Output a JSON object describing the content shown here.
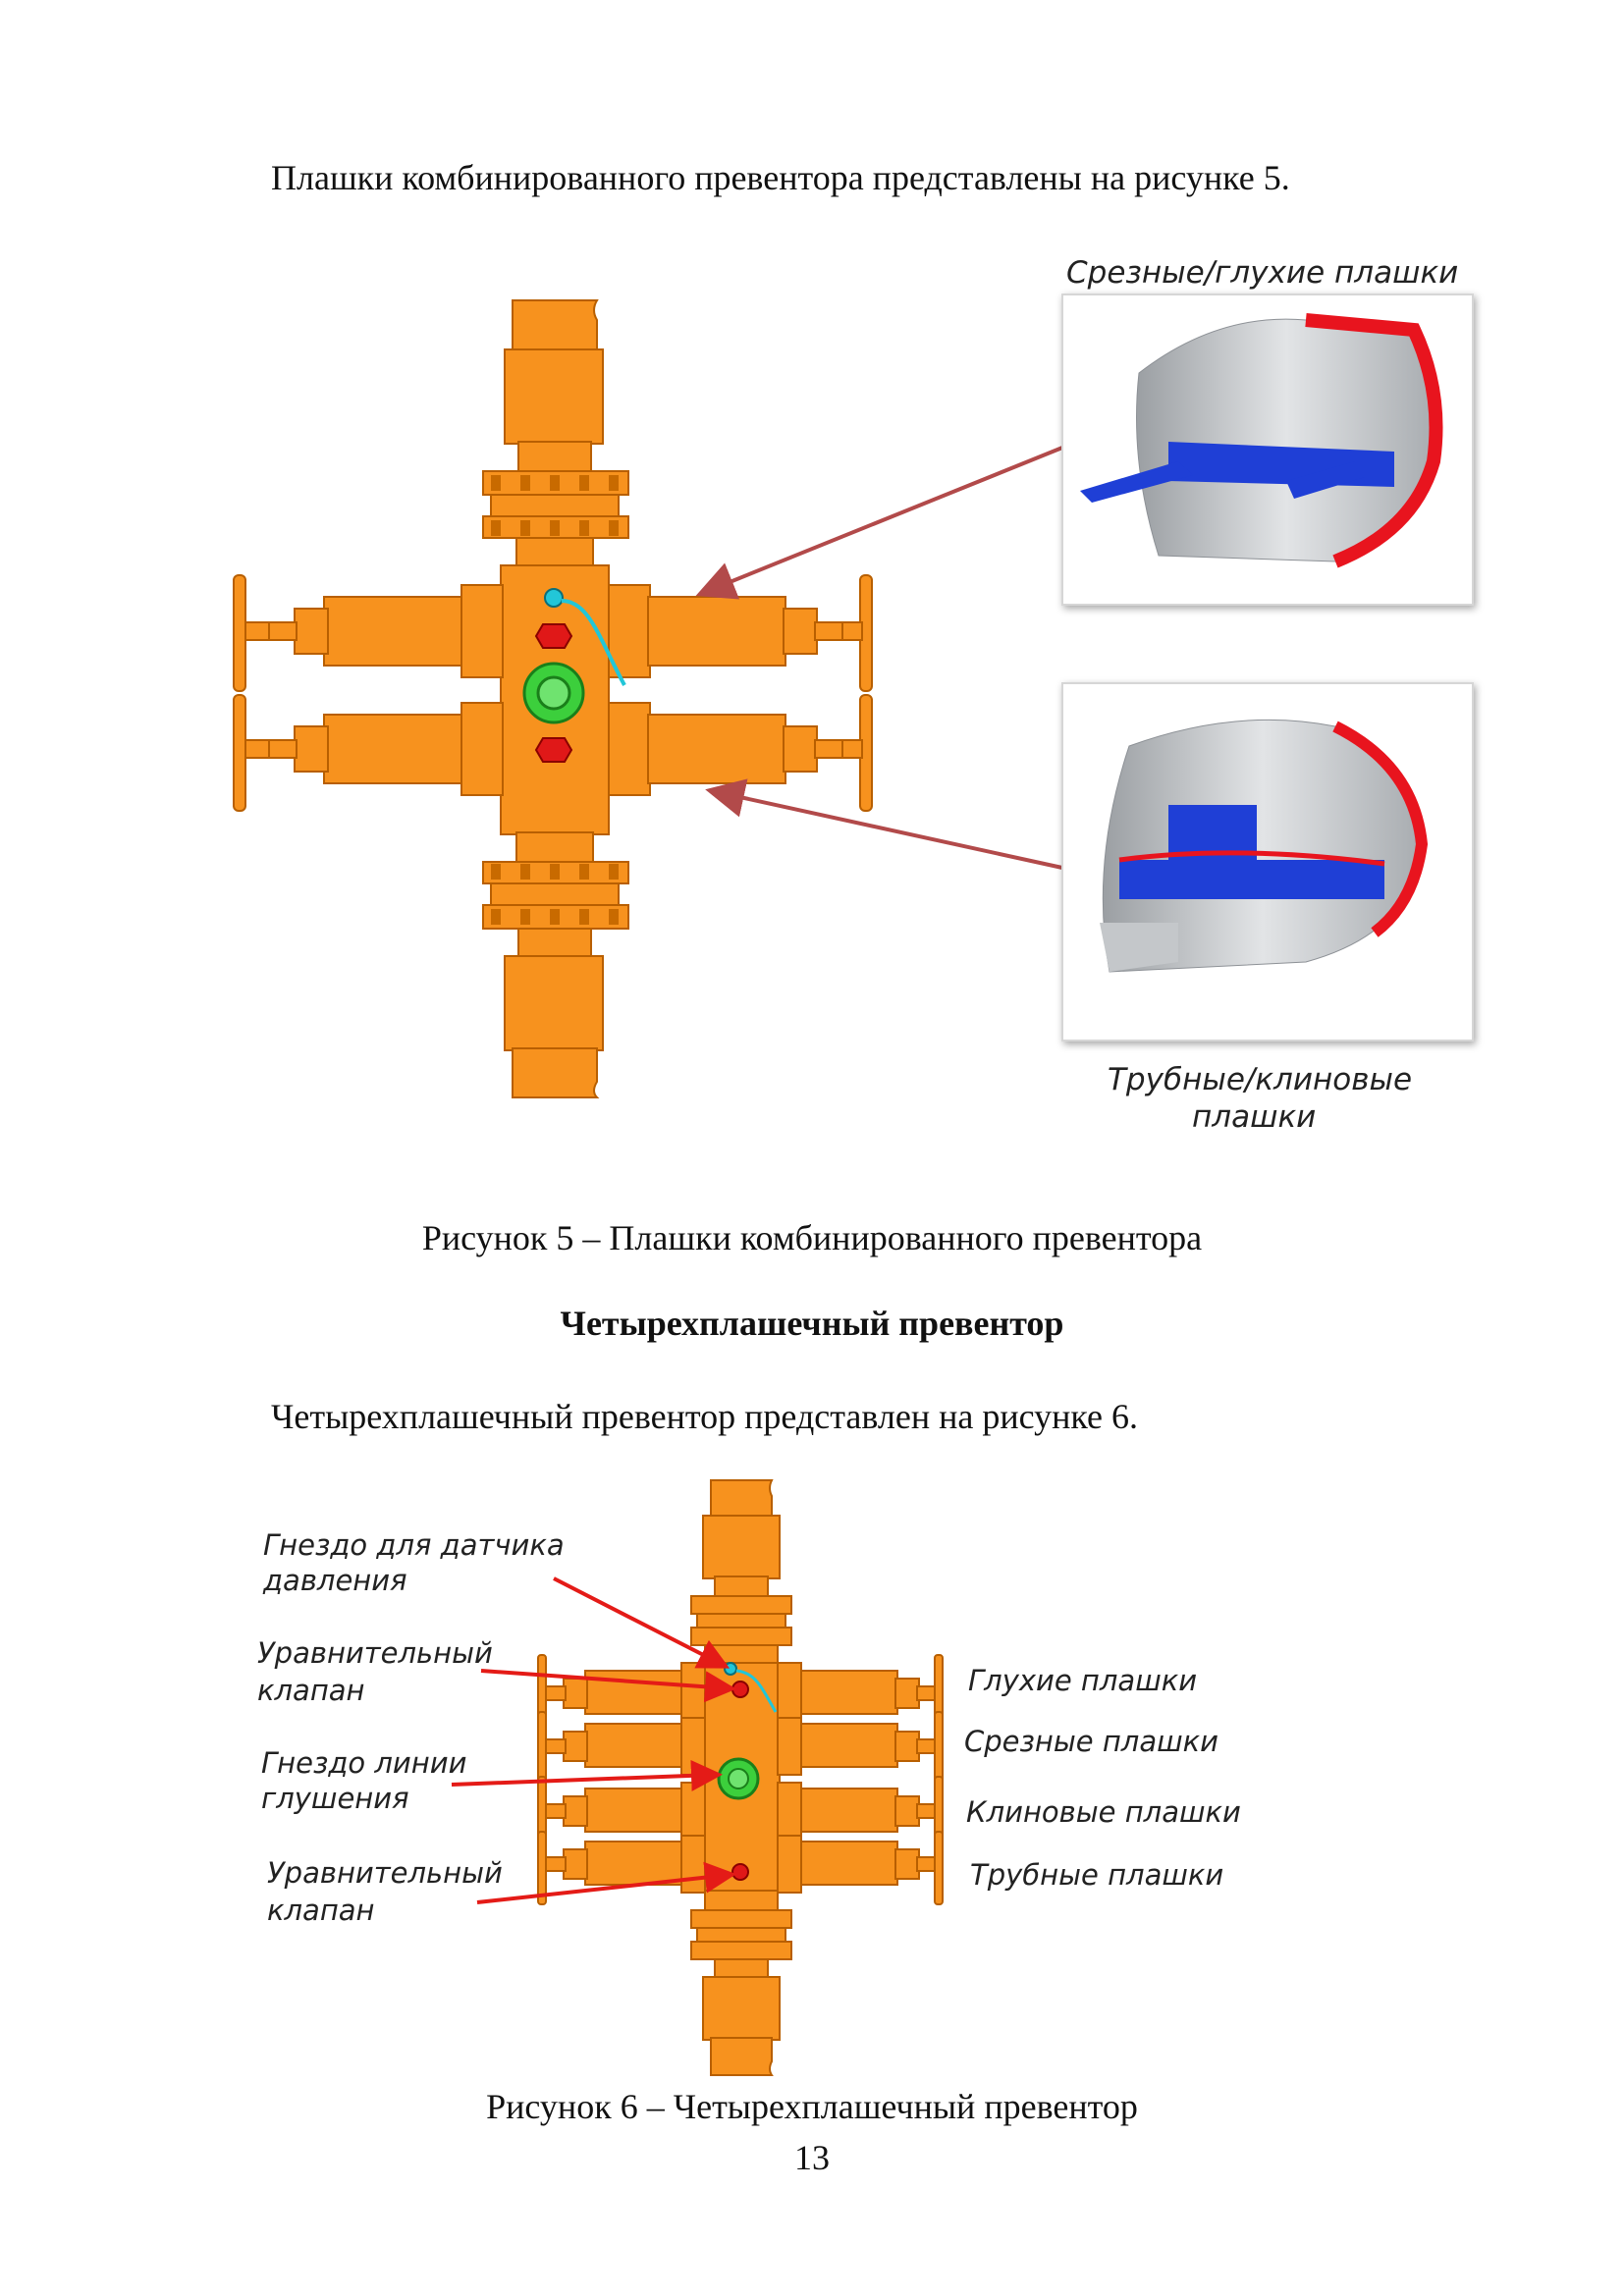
{
  "page": {
    "intro_fig5": "Плашки комбинированного превентора представлены на рисунке 5.",
    "caption_fig5": "Рисунок 5 – Плашки комбинированного превентора",
    "heading": "Четырехплашечный превентор",
    "intro_fig6": "Четырехплашечный превентор представлен на рисунке 6.",
    "caption_fig6": "Рисунок 6 – Четырехплашечный превентор",
    "page_number": "13"
  },
  "figure5": {
    "label_top": "Срезные/глухие плашки",
    "label_bottom_line1": "Трубные/клиновые",
    "label_bottom_line2": "плашки"
  },
  "figure6": {
    "left_labels": {
      "sensor_line1": "Гнездо для датчика",
      "sensor_line2": "давления",
      "valve1_line1": "Уравнительный",
      "valve1_line2": "клапан",
      "kill_line1": "Гнездо линии",
      "kill_line2": "глушения",
      "valve2_line1": "Уравнительный",
      "valve2_line2": "клапан"
    },
    "right_labels": {
      "blind": "Глухие плашки",
      "shear": "Срезные плашки",
      "wedge": "Клиновые плашки",
      "pipe": "Трубные плашки"
    }
  },
  "colors": {
    "body_orange": "#f7921e",
    "outline": "#b85f00",
    "arrow_brown": "#b24a4a",
    "arrow_red": "#e41b17",
    "ram_blue": "#1f3fd6",
    "seal_red": "#e8141e",
    "kill_green": "#3ccf3c",
    "valve_red": "#e01818",
    "sensor_cyan": "#22c6d8"
  },
  "icons": [
    "preventer-body",
    "ram-cutaway-shear",
    "ram-cutaway-pipe",
    "handwheel-icon"
  ]
}
